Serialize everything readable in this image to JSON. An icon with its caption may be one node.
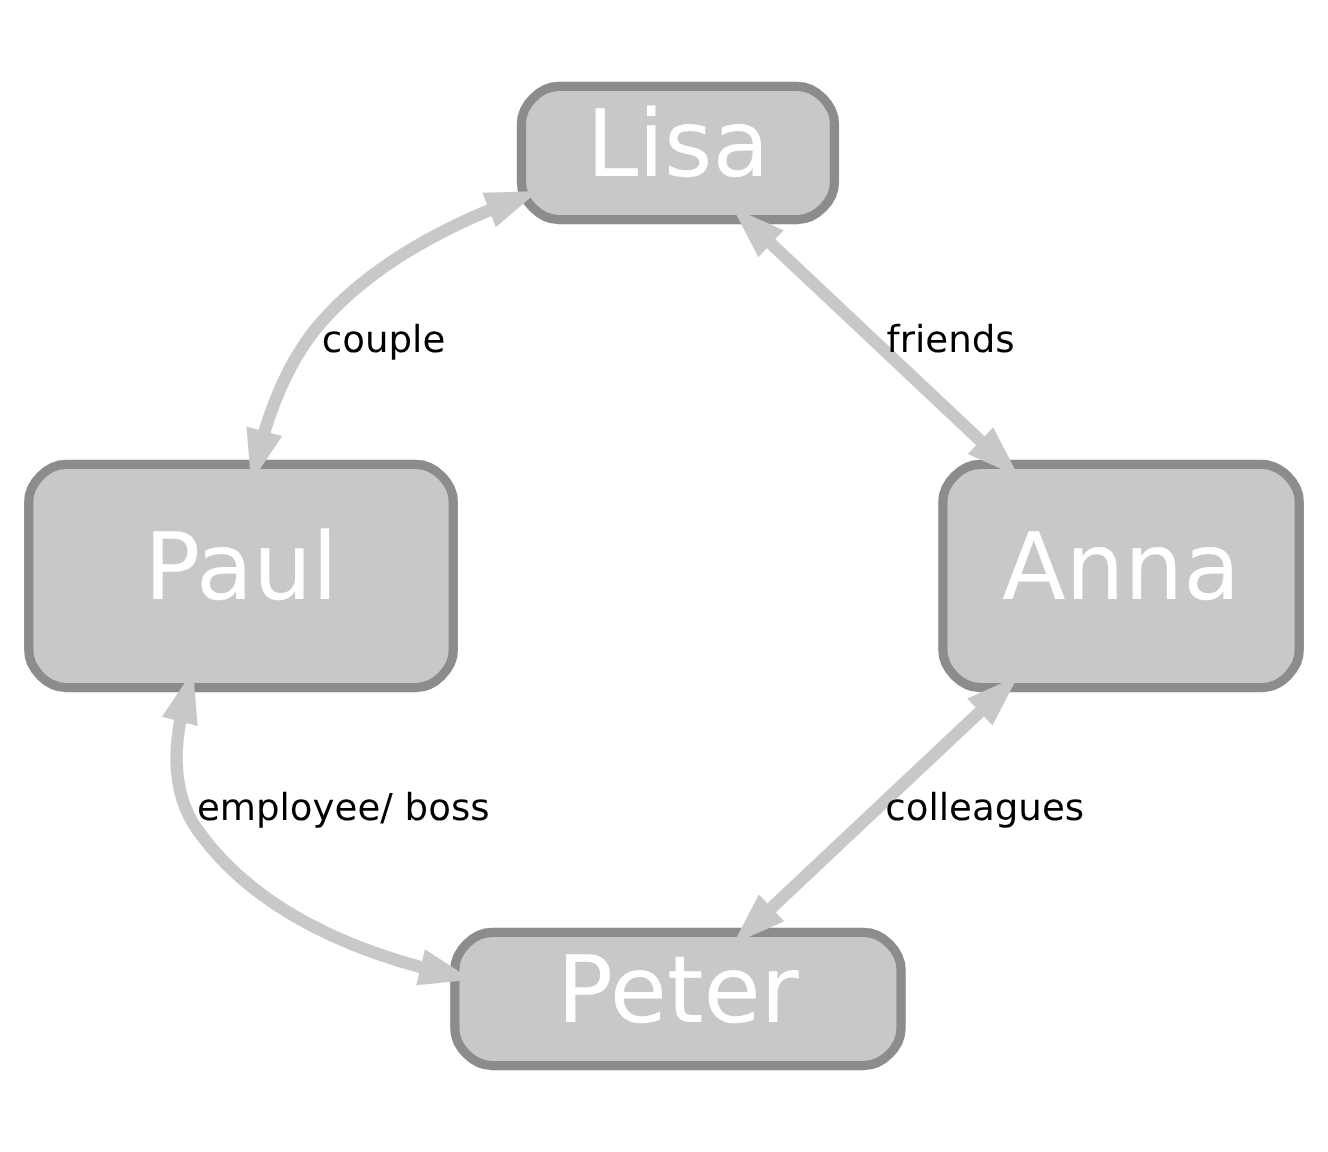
{
  "diagram": {
    "nodes": [
      {
        "text": [
          "Lisa"
        ]
      },
      {
        "text": [
          "Anna"
        ]
      },
      {
        "text": [
          "Paul"
        ]
      },
      {
        "text": [
          "Peter"
        ]
      }
    ],
    "edges": [
      {
        "from": 1,
        "to": 0,
        "arrow": "both",
        "label": "friends"
      },
      {
        "from": 0,
        "to": 2,
        "arrow": "both",
        "label": "couple"
      },
      {
        "from": 1,
        "to": 3,
        "arrow": "both",
        "label": "colleagues"
      },
      {
        "from": 2,
        "to": 3,
        "arrow": "both",
        "label": "employee/ boss"
      }
    ]
  }
}
